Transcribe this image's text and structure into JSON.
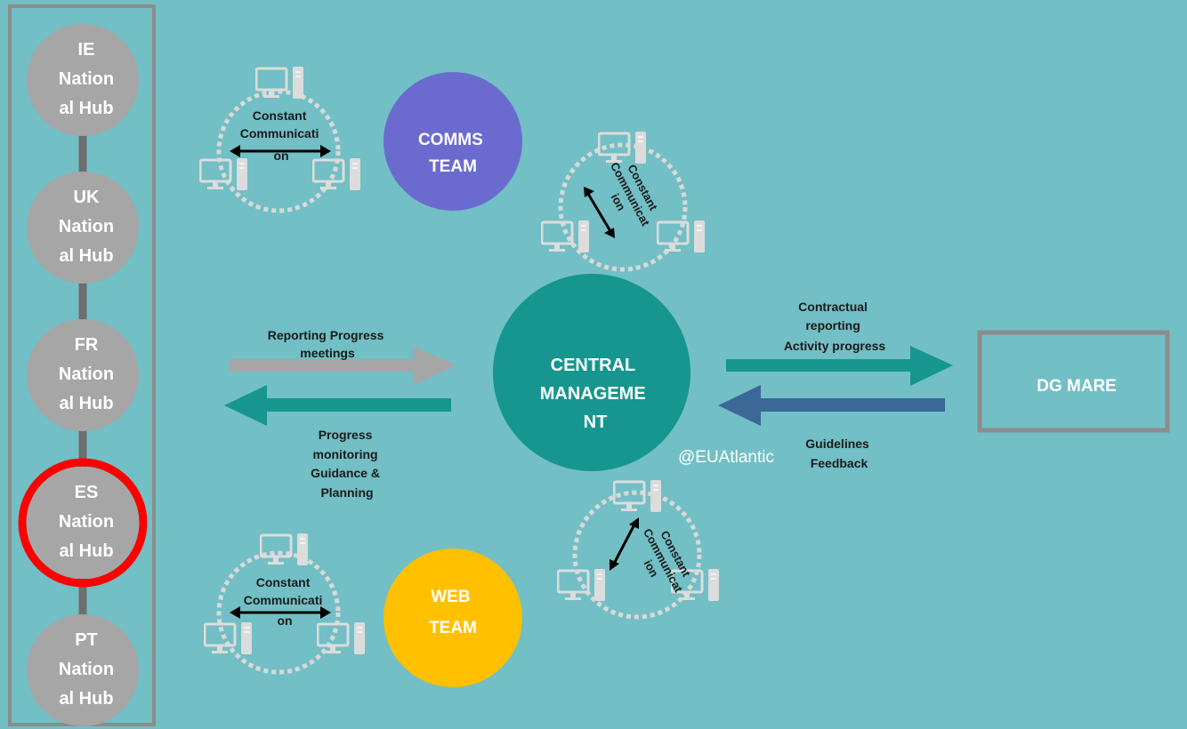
{
  "hubs": [
    {
      "lines": [
        "IE",
        "Nation",
        "al Hub"
      ],
      "highlighted": false
    },
    {
      "lines": [
        "UK",
        "Nation",
        "al Hub"
      ],
      "highlighted": false
    },
    {
      "lines": [
        "FR",
        "Nation",
        "al Hub"
      ],
      "highlighted": false
    },
    {
      "lines": [
        "ES",
        "Nation",
        "al Hub"
      ],
      "highlighted": true
    },
    {
      "lines": [
        "PT",
        "Nation",
        "al Hub"
      ],
      "highlighted": false
    }
  ],
  "teams": {
    "comms": {
      "lines": [
        "COMMS",
        "TEAM"
      ],
      "color": "#6b6bcf"
    },
    "central": {
      "lines": [
        "CENTRAL",
        "MANAGEME",
        "NT"
      ],
      "color": "#16968f"
    },
    "web": {
      "lines": [
        "WEB",
        "TEAM"
      ],
      "color": "#ffc000"
    }
  },
  "dg_mare": {
    "label": "DG MARE"
  },
  "communication": {
    "top_left": [
      "Constant",
      "Communicati",
      "on"
    ],
    "top_mid": [
      "Constant",
      "Communicat",
      "ion"
    ],
    "bottom_left": [
      "Constant",
      "Communicati",
      "on"
    ],
    "bottom_mid": [
      "Constant",
      "Communicat",
      "ion"
    ]
  },
  "flows": {
    "reporting": [
      "Reporting Progress",
      "meetings"
    ],
    "monitoring": [
      "Progress",
      "monitoring",
      "Guidance &",
      "Planning"
    ],
    "contractual": [
      "Contractual",
      "reporting",
      "Activity progress"
    ],
    "guidelines": [
      "Guidelines",
      "Feedback"
    ]
  },
  "watermark": "@EUAtlantic",
  "colors": {
    "background": "#72bfc5",
    "hub_circle": "#a6a6a6",
    "highlight_ring": "#ff0000",
    "grey_arrow": "#a6a6a6",
    "teal_arrow": "#16968f",
    "blue_arrow": "#3b6896"
  },
  "icons": [
    "monitor-icon",
    "computer-tower-icon",
    "double-arrow-icon"
  ]
}
